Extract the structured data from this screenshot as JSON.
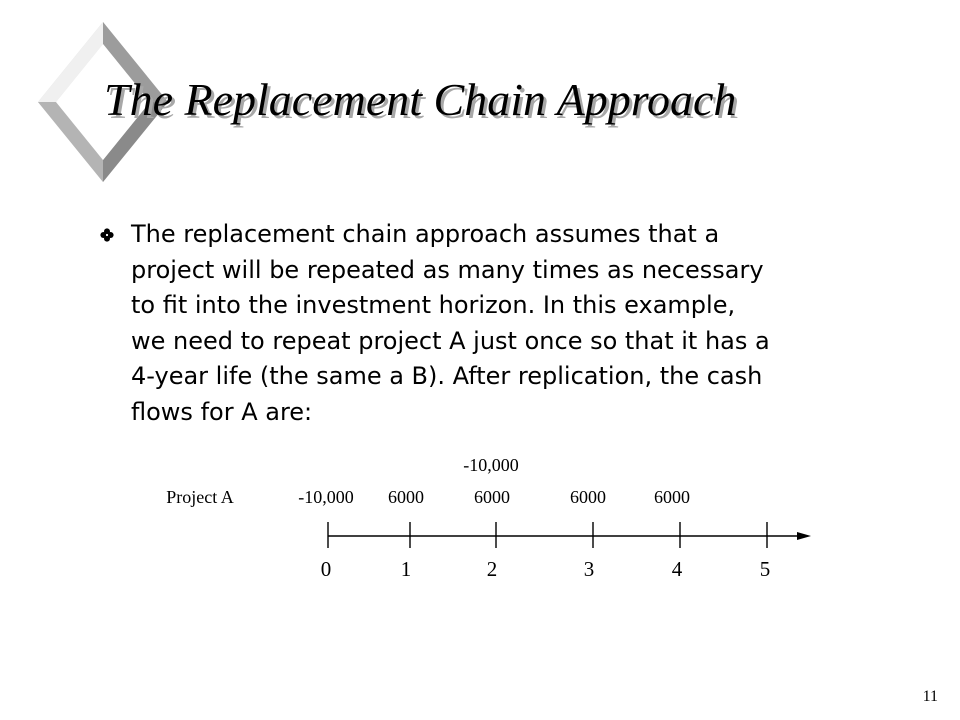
{
  "slide": {
    "title": "The Replacement Chain Approach",
    "logo_icon": "diamond-logo",
    "bullet_icon": "clover-bullet-icon",
    "bullet_lines": [
      "The replacement chain approach assumes that a",
      "project will be repeated as many times as necessary",
      "to fit into the investment horizon.  In this example,",
      "we need to repeat project A just once so that it has a",
      "4-year life (the same a B).  After replication, the cash",
      "flows for A are:"
    ],
    "page_number": "11"
  },
  "timeline": {
    "project_label": "Project A",
    "extra_flow": "-10,000",
    "cash_flows": [
      "-10,000",
      "6000",
      "6000",
      "6000",
      "6000"
    ],
    "periods": [
      "0",
      "1",
      "2",
      "3",
      "4",
      "5"
    ]
  }
}
